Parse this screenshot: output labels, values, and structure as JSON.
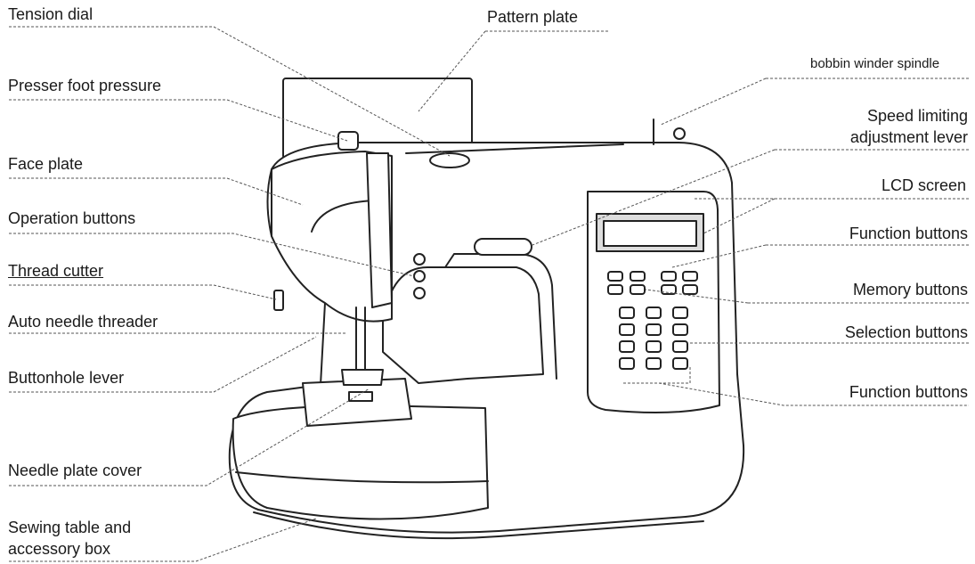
{
  "diagram": {
    "labels": {
      "tension_dial": "Tension dial",
      "pattern_plate": "Pattern plate",
      "bobbin_winder_spindle": "bobbin winder spindle",
      "presser_foot_pressure": "Presser foot pressure",
      "speed_limiting_line1": "Speed limiting",
      "speed_limiting_line2": "adjustment lever",
      "face_plate": "Face plate",
      "lcd_screen": "LCD screen",
      "operation_buttons": "Operation buttons",
      "function_buttons_top": "Function buttons",
      "thread_cutter": "Thread cutter",
      "memory_buttons": "Memory buttons",
      "auto_needle_threader": "Auto needle threader",
      "selection_buttons": "Selection buttons",
      "buttonhole_lever": "Buttonhole lever",
      "function_buttons_bottom": "Function buttons",
      "needle_plate_cover": "Needle plate cover",
      "sewing_table_line1": "Sewing table and",
      "sewing_table_line2": "accessory box"
    },
    "colors": {
      "ink": "#1a1a1a",
      "leader": "#555555",
      "machine_body": "#ffffff",
      "machine_outline": "#222222",
      "panel_shade": "#dddddd"
    }
  }
}
